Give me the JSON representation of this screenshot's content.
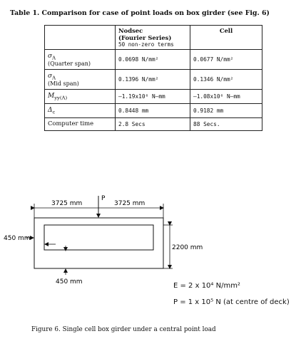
{
  "table": {
    "caption": "Table 1. Comparison for case of point loads on box girder (see Fig. 6)",
    "header": {
      "col1": "",
      "col2_line1": "Nodsec",
      "col2_line2": "(Fourier Series)",
      "col2_line3": "50 non-zero terms",
      "col3": "Cell"
    },
    "rows": [
      {
        "sym": "σ",
        "sub": "A",
        "label": "(Quarter span)",
        "nodsec": "0.0698 N/mm²",
        "cell": "0.0677 N/mm²"
      },
      {
        "sym": "σ",
        "sub": "A",
        "label": "(Mid span)",
        "nodsec": "0.1396 N/mm²",
        "cell": "0.1346 N/mm²"
      },
      {
        "sym": "M",
        "sub": "yy(A)",
        "label": "",
        "nodsec": "–1.19x10⁶ N–mm",
        "cell": "–1.08x10⁶ N–mm"
      },
      {
        "sym": "Δ",
        "sub": "c",
        "label": "",
        "nodsec": "0.8448 mm",
        "cell": "0.9182 mm"
      },
      {
        "sym": "",
        "sub": "",
        "label": "Computer time",
        "nodsec": "2.8 Secs",
        "cell": "88 Secs."
      }
    ]
  },
  "figure": {
    "dim_left_span": "3725 mm",
    "dim_right_span": "3725 mm",
    "load_label": "P",
    "dim_web": "450 mm",
    "dim_height": "2200 mm",
    "dim_flange": "450 mm",
    "modulus": "E = 2 x 10⁴ N/mm²",
    "load_value": "P = 1 x 10⁵ N (at centre of deck)",
    "caption": "Figure 6. Single cell box girder under a central point load"
  }
}
